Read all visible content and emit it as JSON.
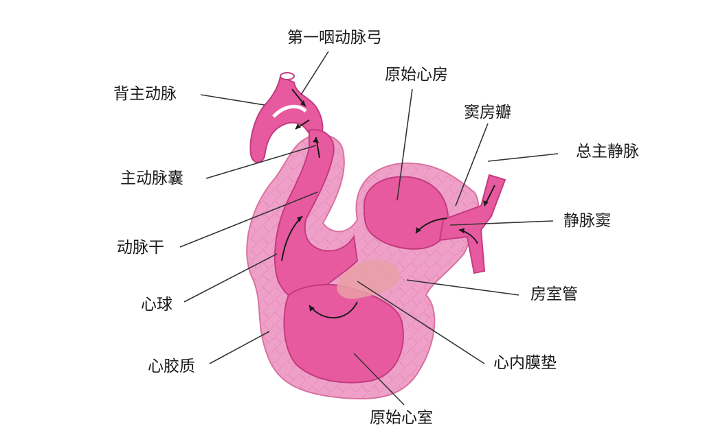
{
  "colors": {
    "jelly": "#efa0c8",
    "jelly_net": "#d9729f",
    "tube": "#e85a9f",
    "tube_dark": "#c23b7e",
    "cushion": "#e9a0a6",
    "arrow": "#1a1a1a",
    "leader": "#333333"
  },
  "labels": {
    "first_pharyngeal_arch": "第一咽动脉弓",
    "dorsal_aorta": "背主动脉",
    "aortic_sac": "主动脉囊",
    "truncus_arteriosus": "动脉干",
    "bulbus_cordis": "心球",
    "cardiac_jelly": "心胶质",
    "primitive_atrium": "原始心房",
    "sinoatrial_valve": "窦房瓣",
    "common_cardinal_vein": "总主静脉",
    "sinus_venosus": "静脉窦",
    "atrioventricular_canal": "房室管",
    "endocardial_cushion": "心内膜垫",
    "primitive_ventricle": "原始心室"
  }
}
